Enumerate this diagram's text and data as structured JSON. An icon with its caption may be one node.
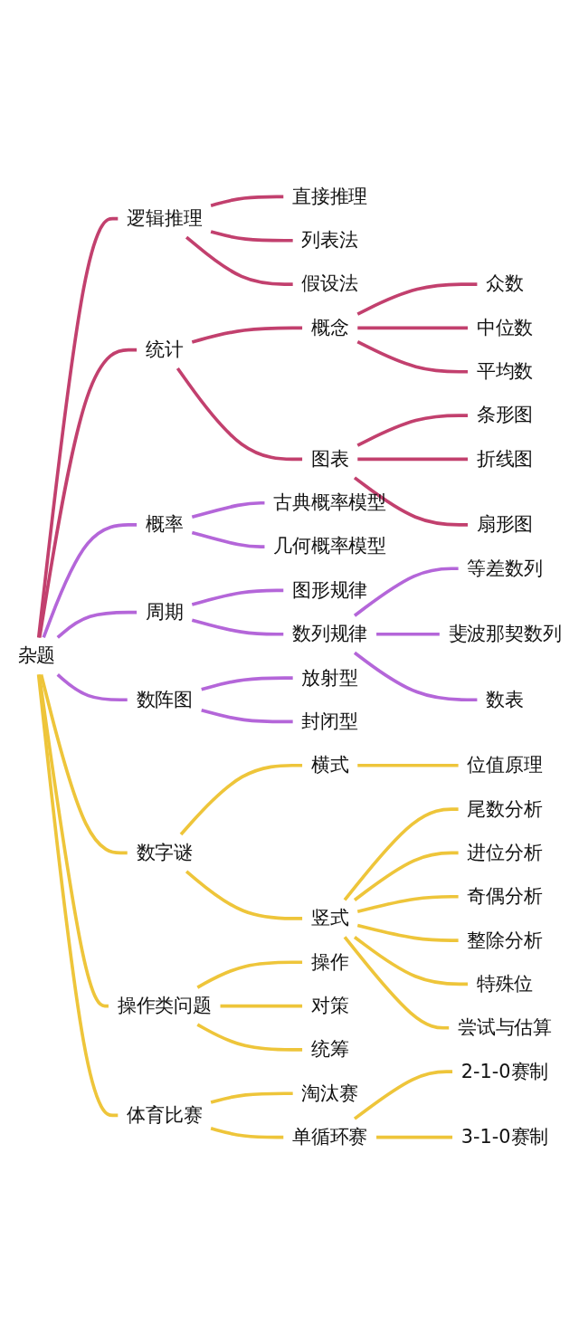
{
  "diagram": {
    "nodes": [
      {
        "text": [
          "杂题"
        ]
      },
      {
        "text": [
          "逻辑推理"
        ]
      },
      {
        "text": [
          "直接推理"
        ]
      },
      {
        "text": [
          "列表法"
        ]
      },
      {
        "text": [
          "假设法"
        ]
      },
      {
        "text": [
          "统计"
        ]
      },
      {
        "text": [
          "概念"
        ]
      },
      {
        "text": [
          "众数"
        ]
      },
      {
        "text": [
          "中位数"
        ]
      },
      {
        "text": [
          "平均数"
        ]
      },
      {
        "text": [
          "图表"
        ]
      },
      {
        "text": [
          "条形图"
        ]
      },
      {
        "text": [
          "折线图"
        ]
      },
      {
        "text": [
          "扇形图"
        ]
      },
      {
        "text": [
          "概率"
        ]
      },
      {
        "text": [
          "古典概率模型"
        ]
      },
      {
        "text": [
          "几何概率模型"
        ]
      },
      {
        "text": [
          "周期"
        ]
      },
      {
        "text": [
          "图形规律"
        ]
      },
      {
        "text": [
          "数列规律"
        ]
      },
      {
        "text": [
          "等差数列"
        ]
      },
      {
        "text": [
          "斐波那契数列"
        ]
      },
      {
        "text": [
          "数表"
        ]
      },
      {
        "text": [
          "数阵图"
        ]
      },
      {
        "text": [
          "放射型"
        ]
      },
      {
        "text": [
          "封闭型"
        ]
      },
      {
        "text": [
          "数字谜"
        ]
      },
      {
        "text": [
          "横式"
        ]
      },
      {
        "text": [
          "位值原理"
        ]
      },
      {
        "text": [
          "竖式"
        ]
      },
      {
        "text": [
          "尾数分析"
        ]
      },
      {
        "text": [
          "进位分析"
        ]
      },
      {
        "text": [
          "奇偶分析"
        ]
      },
      {
        "text": [
          "整除分析"
        ]
      },
      {
        "text": [
          "特殊位"
        ]
      },
      {
        "text": [
          "尝试与估算"
        ]
      },
      {
        "text": [
          "操作类问题"
        ]
      },
      {
        "text": [
          "操作"
        ]
      },
      {
        "text": [
          "对策"
        ]
      },
      {
        "text": [
          "统筹"
        ]
      },
      {
        "text": [
          "体育比赛"
        ]
      },
      {
        "text": [
          "淘汰赛"
        ]
      },
      {
        "text": [
          "单循环赛"
        ]
      },
      {
        "text": [
          "2-1-0赛制"
        ]
      },
      {
        "text": [
          "3-1-0赛制"
        ]
      }
    ],
    "edges": [
      {
        "from": 0,
        "to": 1,
        "arrow": "none",
        "color": "#c2406e"
      },
      {
        "from": 1,
        "to": 2,
        "arrow": "none",
        "color": "#c2406e"
      },
      {
        "from": 1,
        "to": 3,
        "arrow": "none",
        "color": "#c2406e"
      },
      {
        "from": 1,
        "to": 4,
        "arrow": "none",
        "color": "#c2406e"
      },
      {
        "from": 0,
        "to": 5,
        "arrow": "none",
        "color": "#c2406e"
      },
      {
        "from": 5,
        "to": 6,
        "arrow": "none",
        "color": "#c2406e"
      },
      {
        "from": 6,
        "to": 7,
        "arrow": "none",
        "color": "#c2406e"
      },
      {
        "from": 6,
        "to": 8,
        "arrow": "none",
        "color": "#c2406e"
      },
      {
        "from": 6,
        "to": 9,
        "arrow": "none",
        "color": "#c2406e"
      },
      {
        "from": 5,
        "to": 10,
        "arrow": "none",
        "color": "#c2406e"
      },
      {
        "from": 10,
        "to": 11,
        "arrow": "none",
        "color": "#c2406e"
      },
      {
        "from": 10,
        "to": 12,
        "arrow": "none",
        "color": "#c2406e"
      },
      {
        "from": 10,
        "to": 13,
        "arrow": "none",
        "color": "#c2406e"
      },
      {
        "from": 0,
        "to": 14,
        "arrow": "none",
        "color": "#b466d9"
      },
      {
        "from": 14,
        "to": 15,
        "arrow": "none",
        "color": "#b466d9"
      },
      {
        "from": 14,
        "to": 16,
        "arrow": "none",
        "color": "#b466d9"
      },
      {
        "from": 0,
        "to": 17,
        "arrow": "none",
        "color": "#b466d9"
      },
      {
        "from": 17,
        "to": 18,
        "arrow": "none",
        "color": "#b466d9"
      },
      {
        "from": 17,
        "to": 19,
        "arrow": "none",
        "color": "#b466d9"
      },
      {
        "from": 19,
        "to": 20,
        "arrow": "none",
        "color": "#b466d9"
      },
      {
        "from": 19,
        "to": 21,
        "arrow": "none",
        "color": "#b466d9"
      },
      {
        "from": 19,
        "to": 22,
        "arrow": "none",
        "color": "#b466d9"
      },
      {
        "from": 0,
        "to": 23,
        "arrow": "none",
        "color": "#b466d9"
      },
      {
        "from": 23,
        "to": 24,
        "arrow": "none",
        "color": "#b466d9"
      },
      {
        "from": 23,
        "to": 25,
        "arrow": "none",
        "color": "#b466d9"
      },
      {
        "from": 0,
        "to": 26,
        "arrow": "none"
      },
      {
        "from": 26,
        "to": 27,
        "arrow": "none"
      },
      {
        "from": 27,
        "to": 28,
        "arrow": "none"
      },
      {
        "from": 26,
        "to": 29,
        "arrow": "none"
      },
      {
        "from": 29,
        "to": 30,
        "arrow": "none"
      },
      {
        "from": 29,
        "to": 31,
        "arrow": "none"
      },
      {
        "from": 29,
        "to": 32,
        "arrow": "none"
      },
      {
        "from": 29,
        "to": 33,
        "arrow": "none"
      },
      {
        "from": 29,
        "to": 34,
        "arrow": "none"
      },
      {
        "from": 29,
        "to": 35,
        "arrow": "none"
      },
      {
        "from": 0,
        "to": 36,
        "arrow": "none"
      },
      {
        "from": 36,
        "to": 37,
        "arrow": "none"
      },
      {
        "from": 36,
        "to": 38,
        "arrow": "none"
      },
      {
        "from": 36,
        "to": 39,
        "arrow": "none"
      },
      {
        "from": 0,
        "to": 40,
        "arrow": "none"
      },
      {
        "from": 40,
        "to": 41,
        "arrow": "none"
      },
      {
        "from": 40,
        "to": 42,
        "arrow": "none"
      },
      {
        "from": 42,
        "to": 43,
        "arrow": "none"
      },
      {
        "from": 42,
        "to": 44,
        "arrow": "none"
      }
    ]
  }
}
